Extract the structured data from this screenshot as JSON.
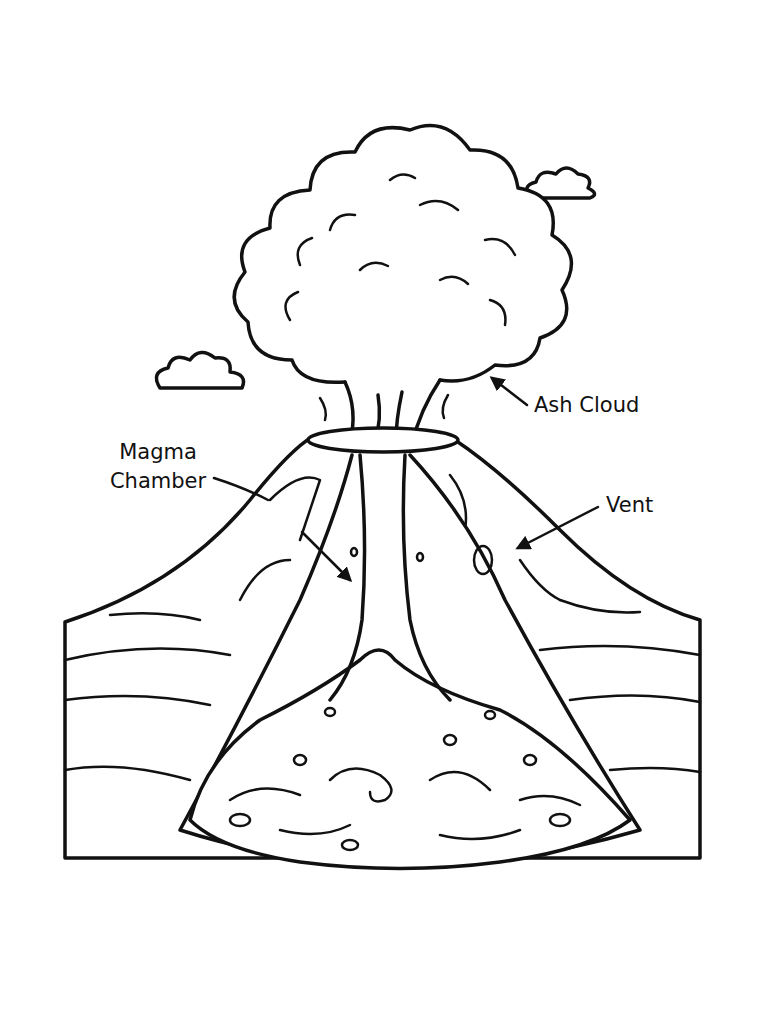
{
  "diagram": {
    "labels": [
      "Ash Cloud",
      "Magma Chamber",
      "Vent"
    ]
  }
}
